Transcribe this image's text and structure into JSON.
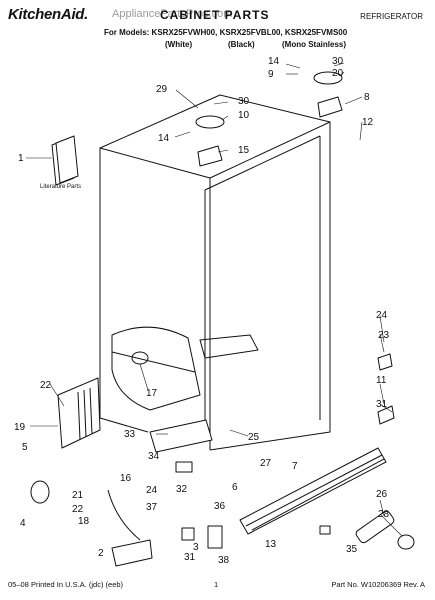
{
  "header": {
    "brand": "KitchenAid.",
    "watermark": "AppliancePartsPros.com",
    "title": "CABINET PARTS",
    "category": "REFRIGERATOR",
    "models_line": "For Models: KSRX25FVWH00, KSRX25FVBL00, KSRX25FVMS00",
    "finishes": [
      "(White)",
      "(Black)",
      "(Mono Stainless)"
    ]
  },
  "literature_label": "Literature Parts",
  "callouts": [
    "1",
    "2",
    "3",
    "4",
    "5",
    "6",
    "7",
    "8",
    "9",
    "10",
    "11",
    "12",
    "13",
    "14",
    "14",
    "15",
    "16",
    "17",
    "18",
    "19",
    "20",
    "21",
    "22",
    "22",
    "23",
    "24",
    "24",
    "25",
    "26",
    "27",
    "28",
    "29",
    "30",
    "30",
    "31",
    "31",
    "32",
    "33",
    "34",
    "35",
    "36",
    "37",
    "38"
  ],
  "footer": {
    "printed": "05–08 Printed In U.S.A. (jdc) (eeb)",
    "page": "1",
    "part_number": "Part No. W10206369 Rev. A"
  },
  "colors": {
    "ink": "#111111",
    "watermark": "#9a9a9a",
    "background": "#ffffff"
  }
}
